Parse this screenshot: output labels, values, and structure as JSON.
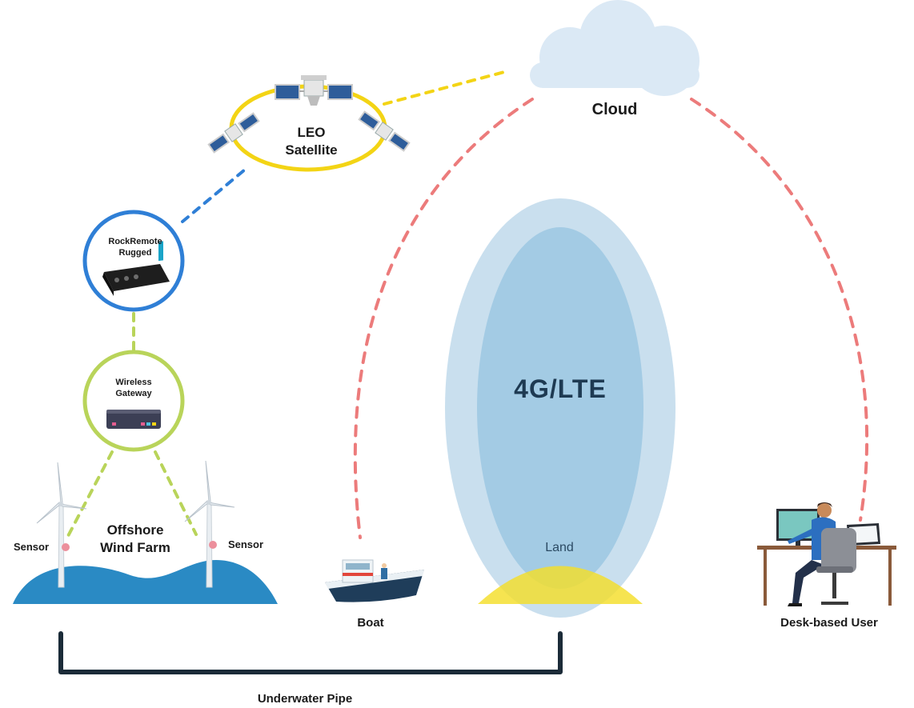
{
  "colors": {
    "satellite_orbit": "#f3d415",
    "satellite_link": "#f3d415",
    "rockremote_ring": "#2f7fd6",
    "rockremote_link": "#2f7fd6",
    "gateway_ring": "#b9d45a",
    "gateway_link": "#b9d45a",
    "cloud_link": "#ec7b7b",
    "lte_outer": "#c9dfee",
    "lte_inner": "#a3cbe4",
    "land": "#f4de2a",
    "sea": "#2a8ac4",
    "pipe": "#1b2b38",
    "cloud": "#dbe9f5"
  },
  "labels": {
    "cloud": "Cloud",
    "leo_line1": "LEO",
    "leo_line2": "Satellite",
    "rockremote_line1": "RockRemote",
    "rockremote_line2": "Rugged",
    "gateway_line1": "Wireless",
    "gateway_line2": "Gateway",
    "windfarm_line1": "Offshore",
    "windfarm_line2": "Wind Farm",
    "sensor_left": "Sensor",
    "sensor_right": "Sensor",
    "lte": "4G/LTE",
    "land": "Land",
    "boat": "Boat",
    "desk_user": "Desk-based User",
    "pipe": "Underwater Pipe"
  },
  "icons": {
    "cloud": "cloud-icon",
    "satellite": "satellite-icon",
    "router": "router-device-icon",
    "gateway": "gateway-device-icon",
    "turbine": "wind-turbine-icon",
    "boat": "boat-icon",
    "user": "desk-user-icon"
  }
}
